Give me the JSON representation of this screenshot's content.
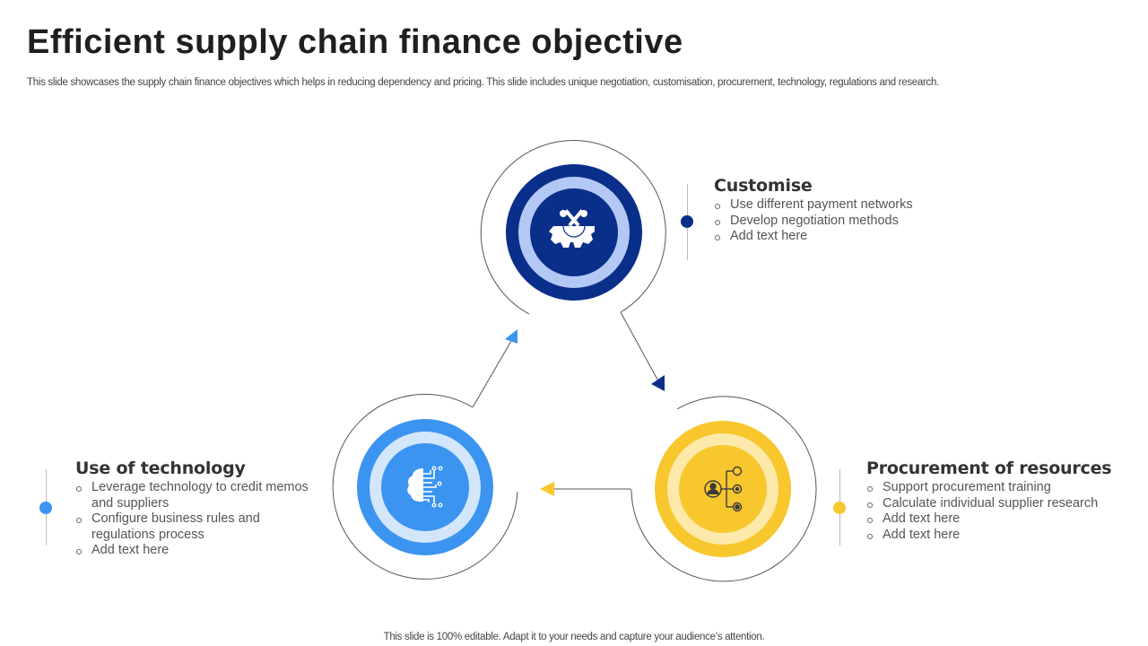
{
  "header": {
    "title": "Efficient supply chain finance objective",
    "subtitle": "This slide showcases the supply chain finance objectives which helps in reducing dependency and pricing. This slide includes unique negotiation, customisation, procurement, technology, regulations and research."
  },
  "colors": {
    "navy": "#0a2f8a",
    "navy_ring": "#b4c8f5",
    "blue": "#3b94f0",
    "blue_ring": "#d3e6fb",
    "yellow": "#f8c72e",
    "yellow_ring": "#fde9a9",
    "icon_dark": "#3b3b3b"
  },
  "nodes": [
    {
      "id": "customise",
      "title": "Customise",
      "icon": "gear-tools-icon",
      "bullets": [
        "Use different payment networks",
        "Develop negotiation methods",
        "Add text here"
      ]
    },
    {
      "id": "procurement",
      "title": "Procurement of resources",
      "icon": "user-network-icon",
      "bullets": [
        "Support procurement training",
        "Calculate individual  supplier research",
        "Add text here",
        "Add text here"
      ]
    },
    {
      "id": "technology",
      "title": "Use of technology",
      "icon": "brain-circuit-icon",
      "bullets": [
        "Leverage technology to credit memos and suppliers",
        "Configure business rules and regulations process",
        "Add text here"
      ]
    }
  ],
  "footer": "This slide is 100% editable. Adapt it to your needs and capture your audience’s attention."
}
